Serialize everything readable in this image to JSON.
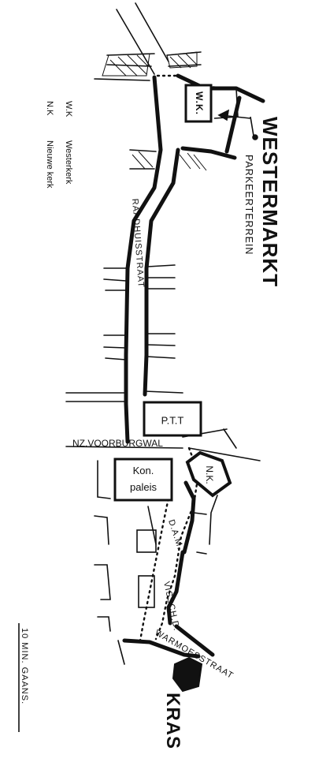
{
  "map": {
    "title": "WESTERMARKT",
    "parking": "PARKEERTERREIN",
    "destination": "KRAS",
    "streets": {
      "raadhuisstraat": "RAADHUISSTRAAT",
      "nz_voorburgwal": "NZ.VOORBURGWAL",
      "dam": "D.A.M.",
      "visschd": "VISSCH.D.",
      "warmoesstraat": "WARMOESSTRAAT"
    },
    "buildings": {
      "wk": "W.K.",
      "ptt": "P.T.T",
      "kon_line1": "Kon.",
      "kon_line2": "paleis",
      "nk": "N.K."
    },
    "legend": {
      "wk_abbr": "W.K",
      "wk_desc": "Westerkerk",
      "nk_abbr": "N.K",
      "nk_desc": "Nieuwe kerk"
    },
    "scale": "10 MIN. GAANS."
  },
  "colors": {
    "ink": "#111111",
    "paper": "#ffffff"
  }
}
